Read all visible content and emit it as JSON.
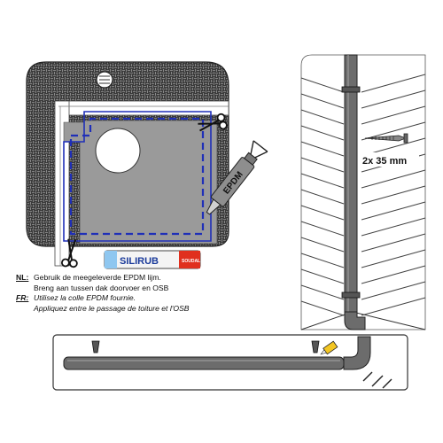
{
  "labels": {
    "sealant_tube": "EPDM",
    "cartridge_brand": "SILIRUB",
    "cartridge_maker": "SOUDAL",
    "screw_spec": "2x 35 mm"
  },
  "instructions": [
    {
      "lang": "NL:",
      "lines": [
        "Gebruik de meegeleverde EPDM lijm.",
        "Breng aan tussen dak doorvoer en OSB"
      ]
    },
    {
      "lang": "FR:",
      "lines": [
        "Utilisez la colle EPDM fournie.",
        "Appliquez entre le passage de toiture et l'OSB"
      ]
    }
  ],
  "colors": {
    "dashed_cut_line": "#1f2fb8",
    "membrane": "#9a9a9a",
    "roof_texture": "#3a3a3a"
  },
  "icons": [
    "scissors-icon",
    "scissors-icon",
    "sealant-tube-icon",
    "cartridge-icon",
    "screw-icon",
    "downpipe-icon",
    "drain-outlet-icon"
  ]
}
